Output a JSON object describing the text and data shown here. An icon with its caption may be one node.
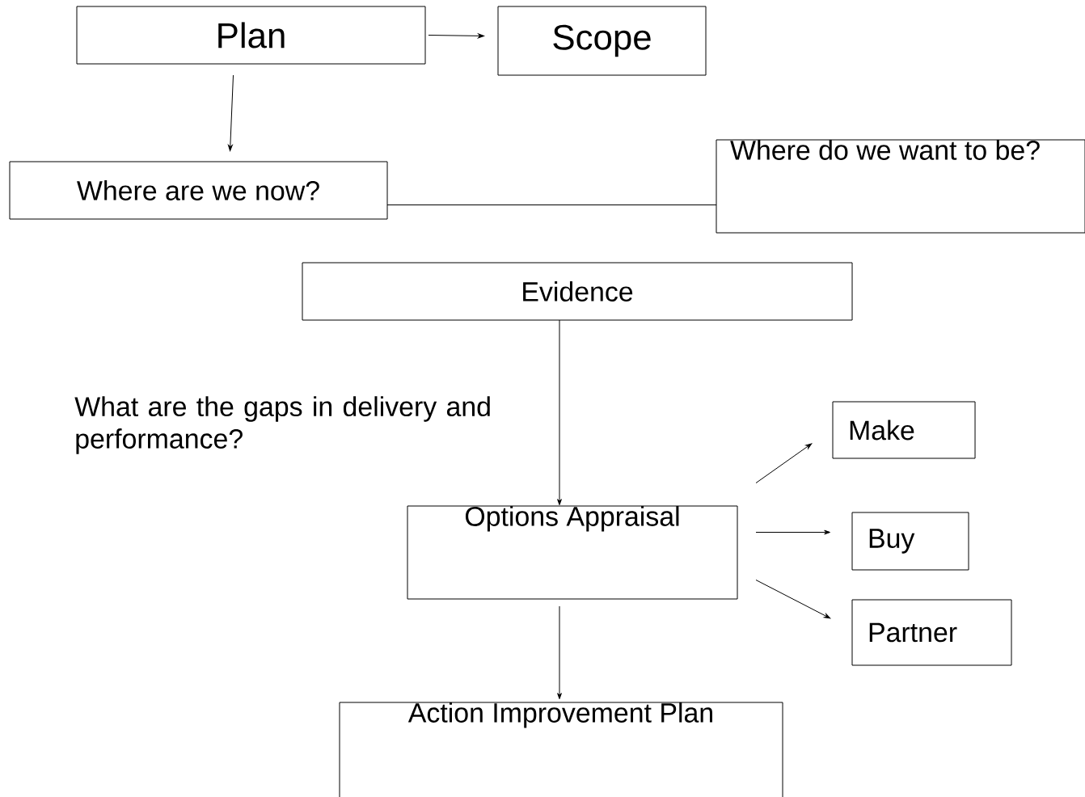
{
  "diagram": {
    "nodes": [
      {
        "text": [
          "Plan"
        ]
      },
      {
        "text": [
          "Scope"
        ]
      },
      {
        "text": [
          "Where are we now?"
        ]
      },
      {
        "text": [
          "Where do we want to be?"
        ]
      },
      {
        "text": [
          "Evidence"
        ]
      },
      {
        "text": [
          "Options Appraisal"
        ]
      },
      {
        "text": [
          "Make"
        ]
      },
      {
        "text": [
          "Buy"
        ]
      },
      {
        "text": [
          "Partner"
        ]
      },
      {
        "text": [
          "Action Improvement Plan"
        ]
      }
    ],
    "edges": [
      {
        "from": 0,
        "to": 1,
        "arrow": "to"
      },
      {
        "from": 0,
        "to": 2,
        "arrow": "to"
      },
      {
        "from": 2,
        "to": 3,
        "arrow": "none"
      },
      {
        "from": 4,
        "to": 5,
        "arrow": "to"
      },
      {
        "from": 5,
        "to": 6,
        "arrow": "to"
      },
      {
        "from": 5,
        "to": 7,
        "arrow": "to"
      },
      {
        "from": 5,
        "to": 8,
        "arrow": "to"
      },
      {
        "from": 5,
        "to": 9,
        "arrow": "to"
      }
    ],
    "labels": [
      "What are the gaps in delivery and performance?"
    ]
  }
}
